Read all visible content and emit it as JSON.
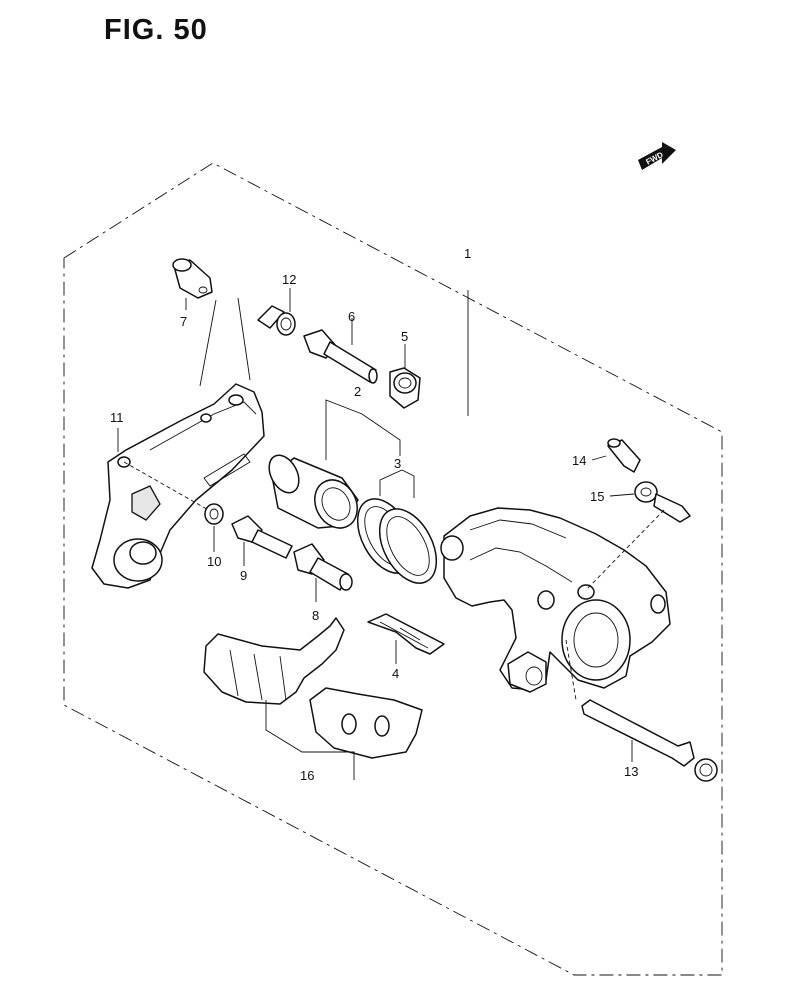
{
  "figure": {
    "title": "FIG. 50"
  },
  "direction_marker": {
    "text": "FWD"
  },
  "callouts": {
    "c1": "1",
    "c2": "2",
    "c3": "3",
    "c4": "4",
    "c5": "5",
    "c6": "6",
    "c7": "7",
    "c8": "8",
    "c9": "9",
    "c10": "10",
    "c11": "11",
    "c12": "12",
    "c13": "13",
    "c14": "14",
    "c15": "15",
    "c16": "16"
  }
}
